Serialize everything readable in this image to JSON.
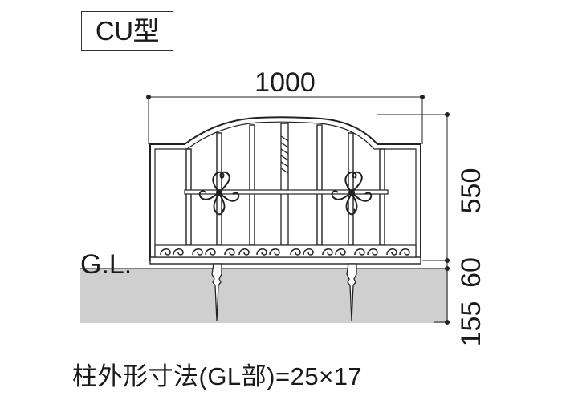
{
  "type_label": "CU型",
  "dimensions": {
    "width": "1000",
    "fence_height": "550",
    "base_height": "60",
    "post_depth": "155"
  },
  "ground_label": "G.L.",
  "caption": "柱外形寸法(GL部)=25×17"
}
